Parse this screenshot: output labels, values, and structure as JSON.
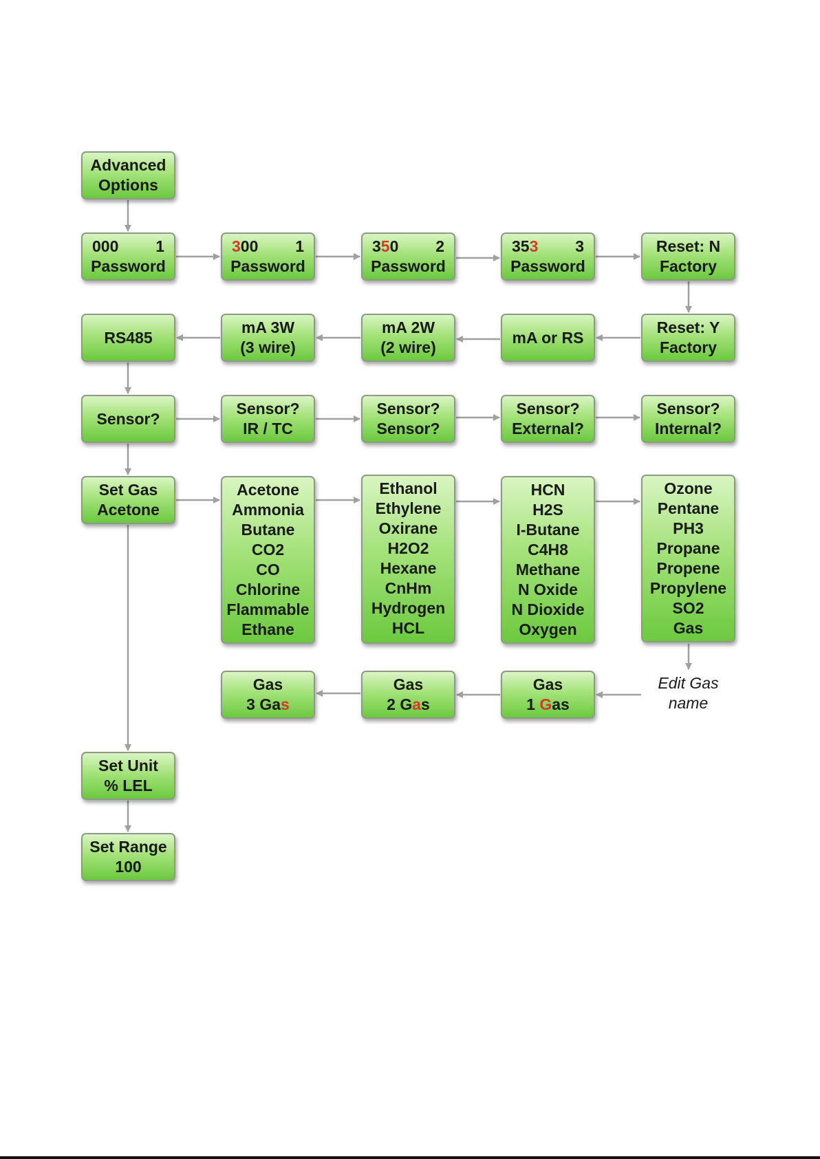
{
  "nodes": {
    "advanced": [
      "Advanced",
      "Options"
    ],
    "pw1": {
      "digits": [
        "0",
        "0",
        "0"
      ],
      "red_index": -1,
      "step": "1",
      "label": "Password"
    },
    "pw2": {
      "digits": [
        "3",
        "0",
        "0"
      ],
      "red_index": 0,
      "step": "1",
      "label": "Password"
    },
    "pw3": {
      "digits": [
        "3",
        "5",
        "0"
      ],
      "red_index": 1,
      "step": "2",
      "label": "Password"
    },
    "pw4": {
      "digits": [
        "3",
        "5",
        "3"
      ],
      "red_index": 2,
      "step": "3",
      "label": "Password"
    },
    "resetN": [
      "Reset: N",
      "Factory"
    ],
    "resetY": [
      "Reset: Y",
      "Factory"
    ],
    "maors": [
      "mA or RS"
    ],
    "ma2w": [
      "mA 2W",
      "(2 wire)"
    ],
    "ma3w": [
      "mA 3W",
      "(3 wire)"
    ],
    "rs485": [
      "RS485"
    ],
    "sensor": [
      "Sensor?"
    ],
    "sensorIR": [
      "Sensor?",
      "IR / TC"
    ],
    "sensorSensor": [
      "Sensor?",
      "Sensor?"
    ],
    "sensorExt": [
      "Sensor?",
      "External?"
    ],
    "sensorInt": [
      "Sensor?",
      "Internal?"
    ],
    "setgas": [
      "Set Gas",
      "Acetone"
    ],
    "gaslist1": [
      "Acetone",
      "Ammonia",
      "Butane",
      "CO2",
      "CO",
      "Chlorine",
      "Flammable",
      "Ethane"
    ],
    "gaslist2": [
      "Ethanol",
      "Ethylene",
      "Oxirane",
      "H2O2",
      "Hexane",
      "CnHm",
      "Hydrogen",
      "HCL"
    ],
    "gaslist3": [
      "HCN",
      "H2S",
      "I-Butane",
      "C4H8",
      "Methane",
      "N Oxide",
      "N Dioxide",
      "Oxygen"
    ],
    "gaslist4": [
      "Ozone",
      "Pentane",
      "PH3",
      "Propane",
      "Propene",
      "Propylene",
      "SO2",
      "Gas"
    ],
    "gas1": {
      "top": "Gas",
      "prefix": "1 ",
      "letters": [
        "G",
        "a",
        "s"
      ],
      "red_index": 0
    },
    "gas2": {
      "top": "Gas",
      "prefix": "2 ",
      "letters": [
        "G",
        "a",
        "s"
      ],
      "red_index": 1
    },
    "gas3": {
      "top": "Gas",
      "prefix": "3 ",
      "letters": [
        "G",
        "a",
        "s"
      ],
      "red_index": 2
    },
    "setunit": [
      "Set Unit",
      "% LEL"
    ],
    "setrange": [
      "Set Range",
      "100"
    ]
  },
  "edit_gas_note": [
    "Edit Gas",
    "name"
  ],
  "colors": {
    "box_fill_top": "#d9f5c2",
    "box_fill_bottom": "#6cc93f",
    "box_border": "#8c9a86",
    "arrow": "#a0a0a0",
    "highlight": "#d23b2c"
  }
}
